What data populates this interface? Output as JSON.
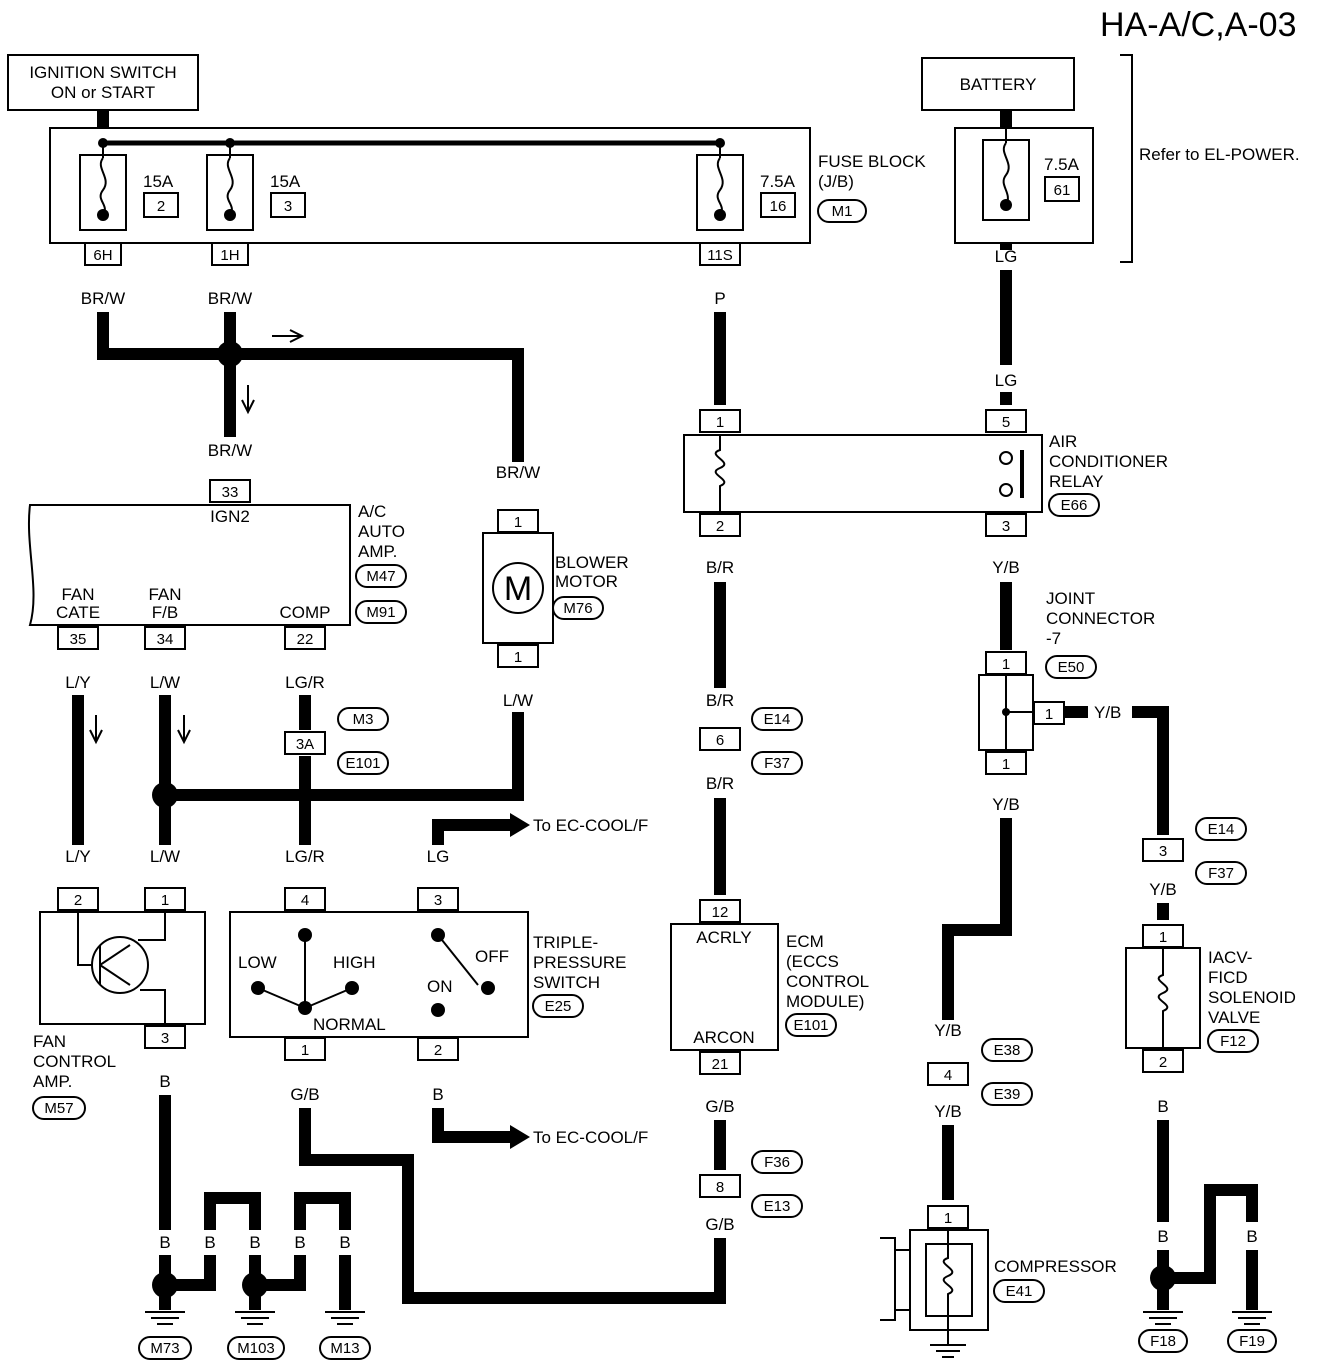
{
  "title": "HA-A/C,A-03",
  "sources": {
    "ignition_line1": "IGNITION SWITCH",
    "ignition_line2": "ON or START",
    "battery": "BATTERY",
    "refer": "Refer to EL-POWER."
  },
  "fuse_block": {
    "label1": "FUSE BLOCK",
    "label2": "(J/B)",
    "conn": "M1",
    "fuses": [
      {
        "amp": "15A",
        "num": "2",
        "pin": "6H"
      },
      {
        "amp": "15A",
        "num": "3",
        "pin": "1H"
      },
      {
        "amp": "7.5A",
        "num": "16",
        "pin": "11S"
      }
    ],
    "battery_fuse": {
      "amp": "7.5A",
      "num": "61"
    }
  },
  "wires": {
    "brw": "BR/W",
    "p": "P",
    "lg": "LG",
    "br": "B/R",
    "yb": "Y/B",
    "ly": "L/Y",
    "lw": "L/W",
    "lgr": "LG/R",
    "gb": "G/B",
    "b": "B"
  },
  "ac_amp": {
    "l1": "A/C",
    "l2": "AUTO",
    "l3": "AMP.",
    "conn1": "M47",
    "conn2": "M91",
    "ign2": "IGN2",
    "pin_ign": "33",
    "fan_cate1": "FAN",
    "fan_cate2": "CATE",
    "fan_fb1": "FAN",
    "fan_fb2": "F/B",
    "comp": "COMP",
    "pins": [
      "35",
      "34",
      "22"
    ]
  },
  "blower": {
    "l1": "BLOWER",
    "l2": "MOTOR",
    "conn": "M76",
    "pin_top": "1",
    "pin_bot": "1",
    "m": "M"
  },
  "relay": {
    "l1": "AIR",
    "l2": "CONDITIONER",
    "l3": "RELAY",
    "conn": "E66",
    "pins": [
      "1",
      "5",
      "2",
      "3"
    ]
  },
  "joint": {
    "l1": "JOINT",
    "l2": "CONNECTOR",
    "l3": "-7",
    "conn": "E50",
    "pins": [
      "1",
      "1",
      "1"
    ]
  },
  "connectors": {
    "m3": "M3",
    "e101": "E101",
    "pin3a": "3A",
    "e14": "E14",
    "f37": "F37",
    "pin6": "6",
    "pin3": "3",
    "f36": "F36",
    "e13": "E13",
    "pin8": "8",
    "e38": "E38",
    "e39": "E39",
    "pin4": "4"
  },
  "ec_cool": "To EC-COOL/F",
  "triple": {
    "l1": "TRIPLE-",
    "l2": "PRESSURE",
    "l3": "SWITCH",
    "conn": "E25",
    "low": "LOW",
    "high": "HIGH",
    "normal": "NORMAL",
    "off": "OFF",
    "on": "ON",
    "pins": [
      "4",
      "3",
      "1",
      "2"
    ]
  },
  "ecm": {
    "l1": "ECM",
    "l2": "(ECCS",
    "l3": "CONTROL",
    "l4": "MODULE)",
    "conn": "E101",
    "acrly": "ACRLY",
    "arcon": "ARCON",
    "pins": [
      "12",
      "21"
    ]
  },
  "fan_amp": {
    "l1": "FAN",
    "l2": "CONTROL",
    "l3": "AMP.",
    "conn": "M57",
    "pins": [
      "2",
      "1",
      "3"
    ]
  },
  "iacv": {
    "l1": "IACV-",
    "l2": "FICD",
    "l3": "SOLENOID",
    "l4": "VALVE",
    "conn": "F12",
    "pins": [
      "1",
      "2"
    ]
  },
  "compressor": {
    "l1": "COMPRESSOR",
    "conn": "E41",
    "pin": "1"
  },
  "grounds": [
    "M73",
    "M103",
    "M13",
    "F18",
    "F19"
  ]
}
